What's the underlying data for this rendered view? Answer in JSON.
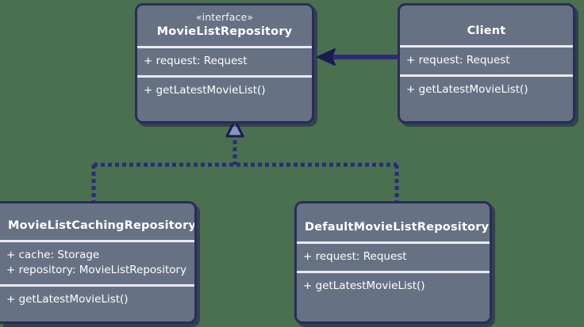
{
  "diagram": {
    "title": "MovieListRepository UML class diagram",
    "type": "uml-class-diagram",
    "background_color": "#4a7050",
    "box_fill_color": "#667284",
    "box_border_color": "#2b2b5e",
    "text_color": "#ffffff",
    "divider_color": "#e9eaf0",
    "connector_color": "#2b2b7a"
  },
  "classes": {
    "movie_list_repository": {
      "stereotype": "«interface»",
      "name": "MovieListRepository",
      "attributes": [
        "+ request: Request"
      ],
      "methods": [
        "+ getLatestMovieList()"
      ]
    },
    "client": {
      "stereotype": "",
      "name": "Client",
      "attributes": [
        "+ request: Request"
      ],
      "methods": [
        "+ getLatestMovieList()"
      ]
    },
    "movie_list_caching_repository": {
      "stereotype": "",
      "name": "MovieListCachingRepository",
      "attributes": [
        "+ cache: Storage",
        "+ repository: MovieListRepository"
      ],
      "methods": [
        "+ getLatestMovieList()"
      ]
    },
    "default_movie_list_repository": {
      "stereotype": "",
      "name": "DefaultMovieListRepository",
      "attributes": [
        "+ request: Request"
      ],
      "methods": [
        "+ getLatestMovieList()"
      ]
    }
  },
  "relationships": [
    {
      "id": "client-uses-repository",
      "kind": "association",
      "from": "Client",
      "to": "MovieListRepository",
      "line": "solid",
      "arrowhead": "filled-arrow"
    },
    {
      "id": "caching-realizes-repository",
      "kind": "realization",
      "from": "MovieListCachingRepository",
      "to": "MovieListRepository",
      "line": "dashed",
      "arrowhead": "hollow-triangle"
    },
    {
      "id": "default-realizes-repository",
      "kind": "realization",
      "from": "DefaultMovieListRepository",
      "to": "MovieListRepository",
      "line": "dashed",
      "arrowhead": "hollow-triangle"
    }
  ]
}
